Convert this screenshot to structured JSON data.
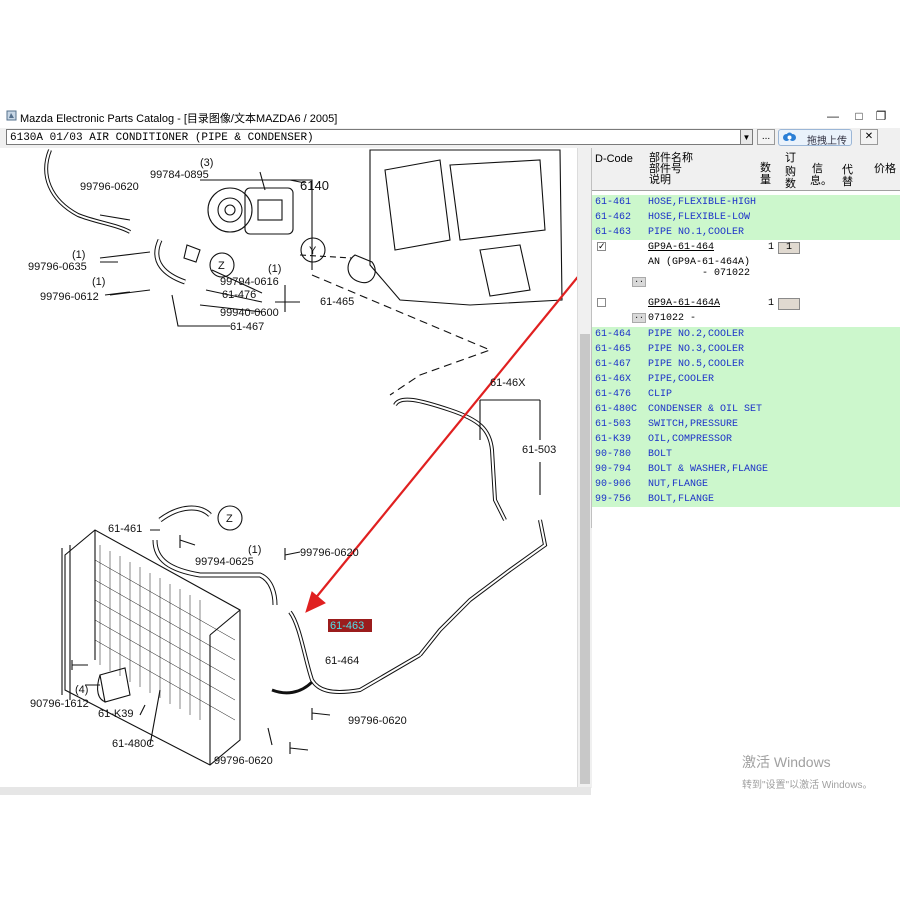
{
  "window": {
    "title": "Mazda Electronic Parts Catalog - [目录图像/文本MAZDA6 / 2005]",
    "minimize": "—",
    "maximize": "□",
    "restore": "❐"
  },
  "toolbar": {
    "section_value": "6130A 01/03 AIR CONDITIONER (PIPE & CONDENSER)",
    "combo_arrow": "▼",
    "btn_dots": "...",
    "upload_label": "拖拽上传"
  },
  "parts_table": {
    "headers": {
      "dcode": "D-Code",
      "name_l1": "部件名称",
      "name_l2": "部件号",
      "name_l3": "说明",
      "qty": "数量",
      "order_l1": "订",
      "order_l2": "购数",
      "info_l1": "信",
      "info_l2": "息。",
      "proxy": "代替",
      "price": "价格"
    },
    "rows_top": [
      {
        "code": "61-461",
        "desc": "HOSE,FLEXIBLE-HIGH"
      },
      {
        "code": "61-462",
        "desc": "HOSE,FLEXIBLE-LOW"
      },
      {
        "code": "61-463",
        "desc": "PIPE NO.1,COOLER"
      }
    ],
    "sub_items": [
      {
        "checked": "✓",
        "part_no": "GP9A-61-464",
        "qty": "1",
        "order": "1",
        "note1": "AN (GP9A-61-464A)",
        "note2": "- 071022",
        "dots": ".."
      },
      {
        "checked": "",
        "part_no": "GP9A-61-464A",
        "qty": "1",
        "order": "",
        "note1": "071022  -",
        "dots": ".."
      }
    ],
    "rows_bottom": [
      {
        "code": "61-464",
        "desc": "PIPE NO.2,COOLER"
      },
      {
        "code": "61-465",
        "desc": "PIPE NO.3,COOLER"
      },
      {
        "code": "61-467",
        "desc": "PIPE NO.5,COOLER"
      },
      {
        "code": "61-46X",
        "desc": "PIPE,COOLER"
      },
      {
        "code": "61-476",
        "desc": "CLIP"
      },
      {
        "code": "61-480C",
        "desc": "CONDENSER & OIL SET"
      },
      {
        "code": "61-503",
        "desc": "SWITCH,PRESSURE"
      },
      {
        "code": "61-K39",
        "desc": "OIL,COMPRESSOR"
      },
      {
        "code": "90-780",
        "desc": "BOLT"
      },
      {
        "code": "90-794",
        "desc": "BOLT & WASHER,FLANGE"
      },
      {
        "code": "90-906",
        "desc": "NUT,FLANGE"
      },
      {
        "code": "99-756",
        "desc": "BOLT,FLANGE"
      }
    ]
  },
  "diagram": {
    "labels": {
      "l1": "99796-0620",
      "l2": "99784-0895",
      "l3": "6140",
      "q1": "(3)",
      "q2": "(1)",
      "q3": "(1)",
      "q4": "(1)",
      "q5": "(1)",
      "l4": "99796-0635",
      "l5": "99796-0612",
      "l6": "99794-0616",
      "l7": "61-476",
      "l8": "61-465",
      "l9": "99940-0600",
      "l10": "61-467",
      "z": "Z",
      "y": "Y",
      "l11": "61-46X",
      "l12": "61-503",
      "l13": "61-461",
      "l14": "99794-0625",
      "l15": "99796-0620",
      "l16": "61-463",
      "l17": "61-464",
      "l18": "(4)",
      "l19": "90796-1612",
      "l20": "61-K39",
      "l21": "61-480C",
      "l22": "99796-0620",
      "l23": "99796-0620"
    },
    "highlight_color": "#e02020"
  },
  "watermark": {
    "line1": "激活 Windows",
    "line2": "转到\"设置\"以激活 Windows。"
  }
}
